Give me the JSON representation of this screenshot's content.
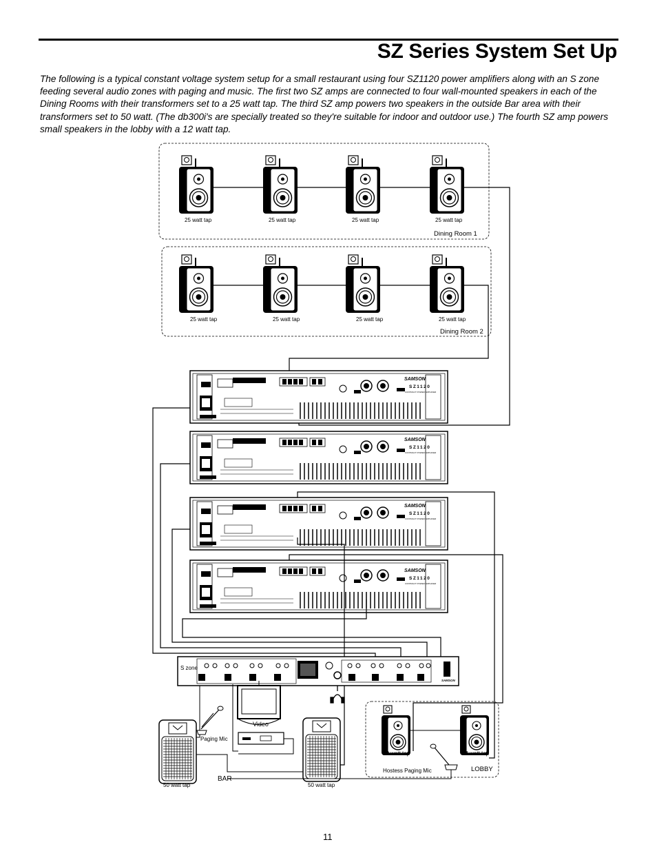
{
  "page": {
    "title": "SZ Series System Set Up",
    "intro": "The following is a typical constant voltage system setup for a small restaurant using four SZ1120 power amplifiers along with an S zone feeding several audio zones with paging and music. The first two SZ amps are connected to four wall-mounted speakers in each of the Dining Rooms with their transformers set to a 25 watt tap. The third SZ amp powers two speakers in the outside Bar area with their transformers set to 50 watt. (The db300i's are specially treated so they're suitable for indoor and outdoor use.) The fourth SZ amp powers small speakers in the lobby with a 12 watt tap.",
    "page_number": "11"
  },
  "zones": {
    "dining1": {
      "label": "Dining Room 1",
      "taps": [
        "25 watt tap",
        "25 watt tap",
        "25 watt tap",
        "25 watt tap"
      ]
    },
    "dining2": {
      "label": "Dining Room 2",
      "taps": [
        "25 watt tap",
        "25 watt tap",
        "25 watt tap",
        "25 watt tap"
      ]
    },
    "bar": {
      "label": "BAR",
      "taps": [
        "50 watt tap",
        "50 watt tap"
      ],
      "paging_mic": "Paging Mic",
      "video": "Video"
    },
    "lobby": {
      "label": "LOBBY",
      "taps": [
        "12 watt tap",
        "12 watt tap"
      ],
      "paging_mic": "Hostess Paging Mic"
    }
  },
  "amplifier": {
    "brand": "SAMSON",
    "model": "SZ1120",
    "subtitle": "CONTRACT POWER AMPLIFIER"
  },
  "mixer": {
    "name": "S zone",
    "brand": "SAMSON"
  }
}
